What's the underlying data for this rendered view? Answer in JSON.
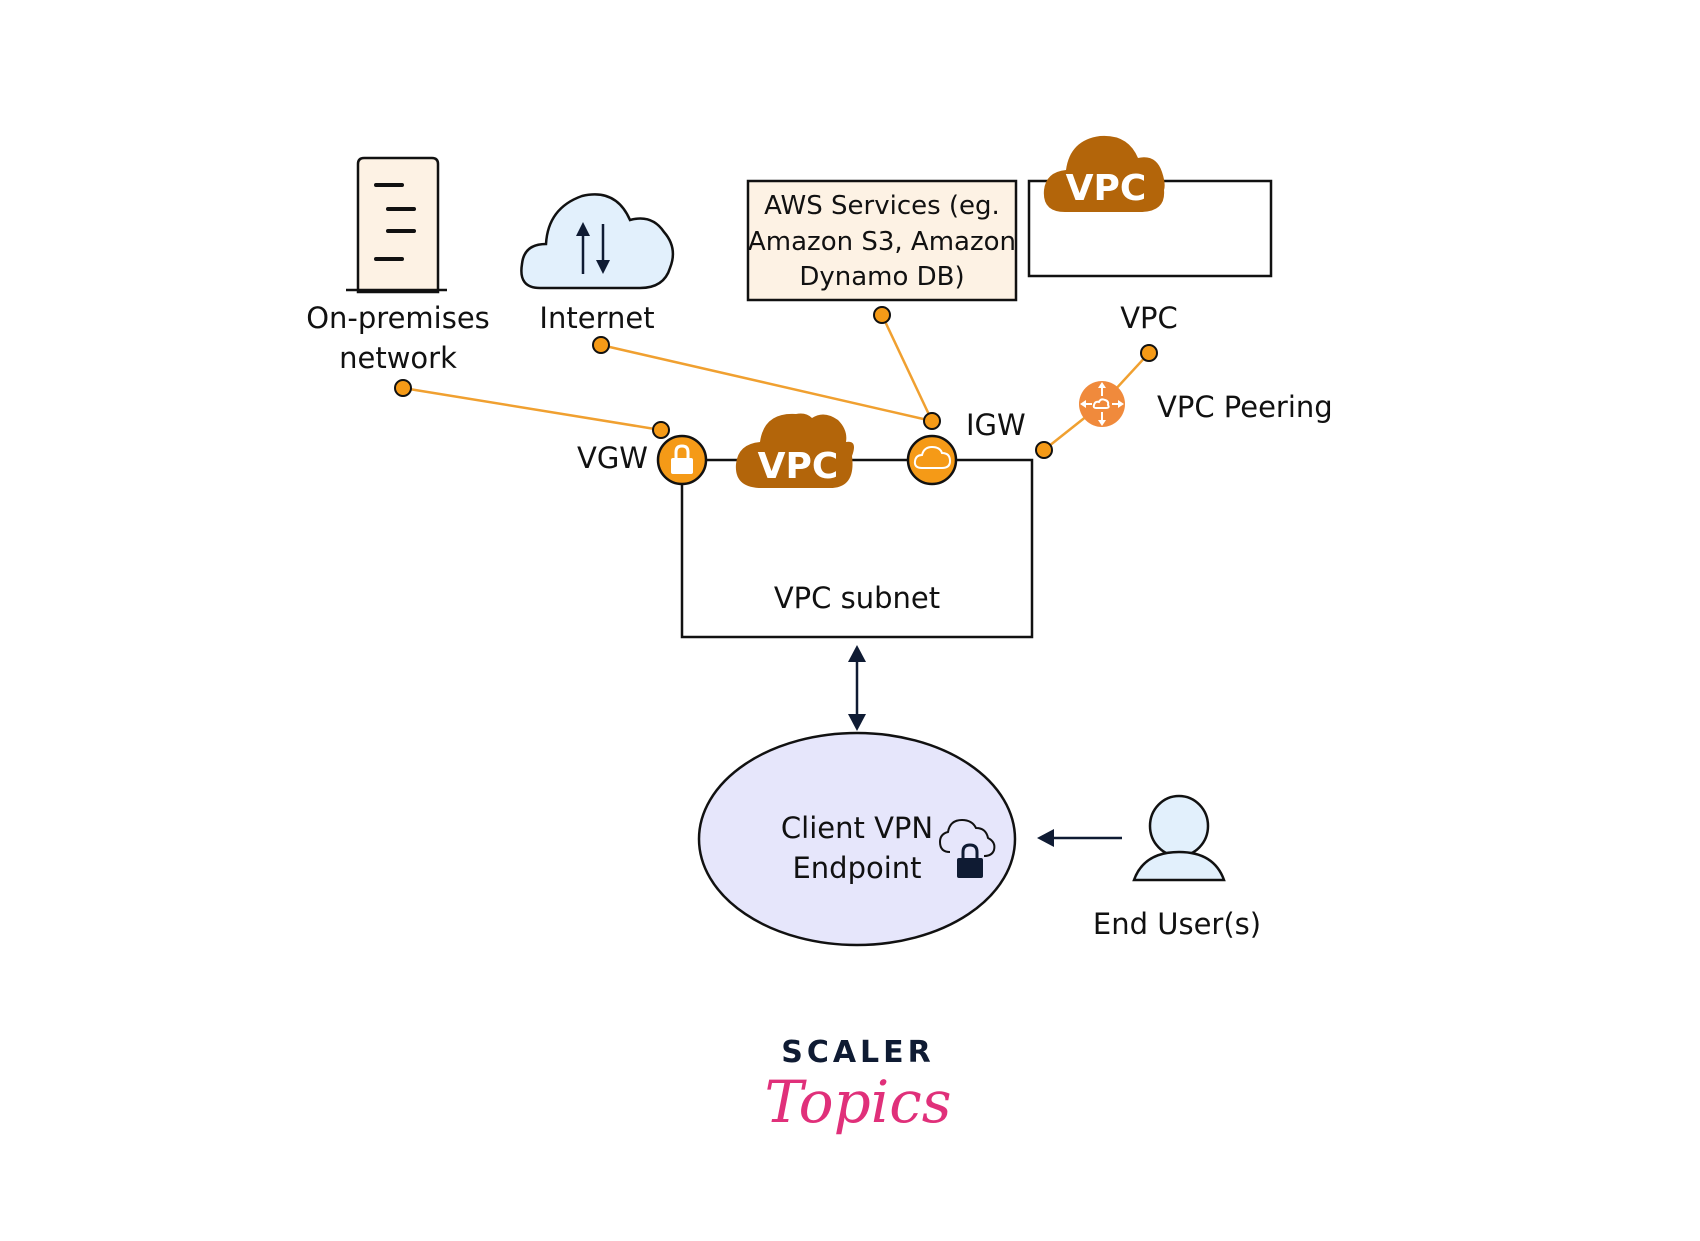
{
  "diagram": {
    "title": "AWS Client VPN architecture",
    "colors": {
      "vpc_brown": "#b3650a",
      "gateway_orange": "#f59a17",
      "peering_orange": "#f08a3c",
      "connector_line": "#f0a030",
      "server_fill": "#fdf2e4",
      "aws_services_fill": "#fdf2e4",
      "cloud_fill": "#e2f0fc",
      "endpoint_fill": "#e6e6fb",
      "user_fill": "#e2f0fc",
      "ink": "#0f1b33",
      "brand_pink": "#e0307a"
    },
    "nodes": {
      "on_premises": {
        "label_line1": "On-premises",
        "label_line2": "network",
        "icon": "server-icon"
      },
      "internet": {
        "label": "Internet",
        "icon": "cloud-transfer-icon"
      },
      "aws_services": {
        "label_line1": "AWS Services (eg.",
        "label_line2": "Amazon S3, Amazon",
        "label_line3": "Dynamo DB)"
      },
      "peer_vpc": {
        "badge": "VPC",
        "label": "VPC"
      },
      "vpc_peering": {
        "label": "VPC Peering",
        "icon": "peering-router-icon"
      },
      "vgw": {
        "label": "VGW",
        "icon": "lock-icon"
      },
      "igw": {
        "label": "IGW",
        "icon": "cloud-icon"
      },
      "main_vpc": {
        "badge": "VPC"
      },
      "vpc_subnet": {
        "label": "VPC subnet"
      },
      "client_vpn": {
        "label_line1": "Client VPN",
        "label_line2": "Endpoint",
        "icon": "cloud-lock-icon"
      },
      "end_users": {
        "label": "End User(s)",
        "icon": "user-icon"
      }
    },
    "edges": [
      {
        "from": "on_premises",
        "to": "vgw",
        "style": "orange-connector"
      },
      {
        "from": "internet",
        "to": "igw",
        "style": "orange-connector"
      },
      {
        "from": "aws_services",
        "to": "igw",
        "style": "orange-connector"
      },
      {
        "from": "vpc_subnet",
        "to": "peer_vpc",
        "via": "vpc_peering",
        "style": "orange-connector"
      },
      {
        "from": "vpc_subnet",
        "to": "client_vpn",
        "style": "double-arrow"
      },
      {
        "from": "end_users",
        "to": "client_vpn",
        "style": "arrow"
      }
    ]
  },
  "branding": {
    "line1": "SCALER",
    "line2": "Topics"
  }
}
